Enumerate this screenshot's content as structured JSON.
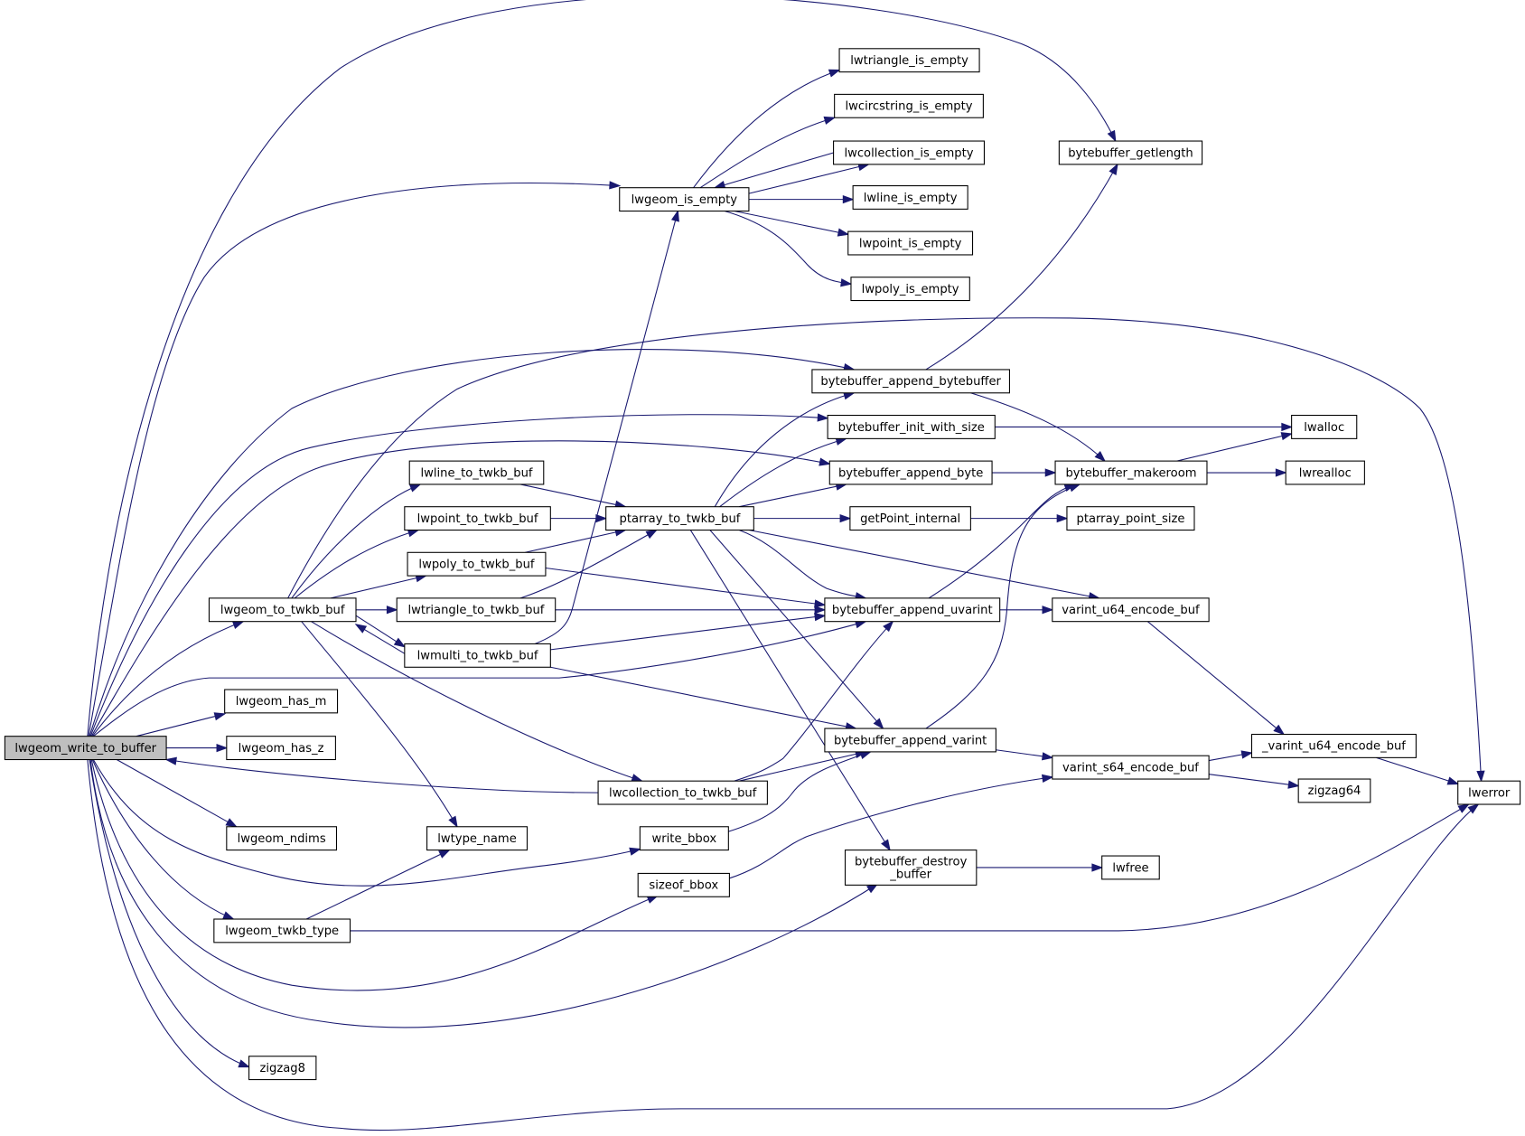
{
  "diagram": {
    "type": "call-graph",
    "root": "lwgeom_write_to_buffer",
    "colors": {
      "edge": "#191970",
      "root_fill": "#bfbfbf",
      "node_fill": "#ffffff",
      "node_border": "#000000"
    },
    "nodes": [
      {
        "id": "lwgeom_write_to_buffer",
        "label": "lwgeom_write_to_buffer",
        "root": true
      },
      {
        "id": "bytebuffer_getlength",
        "label": "bytebuffer_getlength"
      },
      {
        "id": "lwgeom_is_empty",
        "label": "lwgeom_is_empty"
      },
      {
        "id": "lwtriangle_is_empty",
        "label": "lwtriangle_is_empty"
      },
      {
        "id": "lwcircstring_is_empty",
        "label": "lwcircstring_is_empty"
      },
      {
        "id": "lwcollection_is_empty",
        "label": "lwcollection_is_empty"
      },
      {
        "id": "lwline_is_empty",
        "label": "lwline_is_empty"
      },
      {
        "id": "lwpoint_is_empty",
        "label": "lwpoint_is_empty"
      },
      {
        "id": "lwpoly_is_empty",
        "label": "lwpoly_is_empty"
      },
      {
        "id": "bytebuffer_append_bytebuffer",
        "label": "bytebuffer_append_bytebuffer"
      },
      {
        "id": "bytebuffer_init_with_size",
        "label": "bytebuffer_init_with_size"
      },
      {
        "id": "bytebuffer_append_byte",
        "label": "bytebuffer_append_byte"
      },
      {
        "id": "bytebuffer_makeroom",
        "label": "bytebuffer_makeroom"
      },
      {
        "id": "lwalloc",
        "label": "lwalloc"
      },
      {
        "id": "lwrealloc",
        "label": "lwrealloc"
      },
      {
        "id": "lwline_to_twkb_buf",
        "label": "lwline_to_twkb_buf"
      },
      {
        "id": "lwpoint_to_twkb_buf",
        "label": "lwpoint_to_twkb_buf"
      },
      {
        "id": "ptarray_to_twkb_buf",
        "label": "ptarray_to_twkb_buf"
      },
      {
        "id": "getPoint_internal",
        "label": "getPoint_internal"
      },
      {
        "id": "ptarray_point_size",
        "label": "ptarray_point_size"
      },
      {
        "id": "lwpoly_to_twkb_buf",
        "label": "lwpoly_to_twkb_buf"
      },
      {
        "id": "lwgeom_to_twkb_buf",
        "label": "lwgeom_to_twkb_buf"
      },
      {
        "id": "lwtriangle_to_twkb_buf",
        "label": "lwtriangle_to_twkb_buf"
      },
      {
        "id": "bytebuffer_append_uvarint",
        "label": "bytebuffer_append_uvarint"
      },
      {
        "id": "varint_u64_encode_buf",
        "label": "varint_u64_encode_buf"
      },
      {
        "id": "lwmulti_to_twkb_buf",
        "label": "lwmulti_to_twkb_buf"
      },
      {
        "id": "lwgeom_has_m",
        "label": "lwgeom_has_m"
      },
      {
        "id": "bytebuffer_append_varint",
        "label": "bytebuffer_append_varint"
      },
      {
        "id": "_varint_u64_encode_buf",
        "label": "_varint_u64_encode_buf"
      },
      {
        "id": "lwgeom_has_z",
        "label": "lwgeom_has_z"
      },
      {
        "id": "varint_s64_encode_buf",
        "label": "varint_s64_encode_buf"
      },
      {
        "id": "lwcollection_to_twkb_buf",
        "label": "lwcollection_to_twkb_buf"
      },
      {
        "id": "zigzag64",
        "label": "zigzag64"
      },
      {
        "id": "lwerror",
        "label": "lwerror"
      },
      {
        "id": "lwgeom_ndims",
        "label": "lwgeom_ndims"
      },
      {
        "id": "lwtype_name",
        "label": "lwtype_name"
      },
      {
        "id": "write_bbox",
        "label": "write_bbox"
      },
      {
        "id": "bytebuffer_destroy_buffer",
        "label": "bytebuffer_destroy\n_buffer",
        "lines": [
          "bytebuffer_destroy",
          "_buffer"
        ]
      },
      {
        "id": "lwfree",
        "label": "lwfree"
      },
      {
        "id": "sizeof_bbox",
        "label": "sizeof_bbox"
      },
      {
        "id": "lwgeom_twkb_type",
        "label": "lwgeom_twkb_type"
      },
      {
        "id": "zigzag8",
        "label": "zigzag8"
      }
    ],
    "edges": [
      {
        "from": "lwgeom_write_to_buffer",
        "to": "bytebuffer_getlength"
      },
      {
        "from": "lwgeom_write_to_buffer",
        "to": "lwgeom_is_empty"
      },
      {
        "from": "lwgeom_write_to_buffer",
        "to": "bytebuffer_append_bytebuffer"
      },
      {
        "from": "lwgeom_write_to_buffer",
        "to": "bytebuffer_init_with_size"
      },
      {
        "from": "lwgeom_write_to_buffer",
        "to": "bytebuffer_append_byte"
      },
      {
        "from": "lwgeom_write_to_buffer",
        "to": "lwgeom_to_twkb_buf"
      },
      {
        "from": "lwgeom_write_to_buffer",
        "to": "bytebuffer_append_uvarint"
      },
      {
        "from": "lwgeom_write_to_buffer",
        "to": "lwgeom_has_m"
      },
      {
        "from": "lwgeom_write_to_buffer",
        "to": "lwgeom_has_z"
      },
      {
        "from": "lwgeom_write_to_buffer",
        "to": "lwgeom_ndims"
      },
      {
        "from": "lwgeom_write_to_buffer",
        "to": "write_bbox"
      },
      {
        "from": "lwgeom_write_to_buffer",
        "to": "lwgeom_twkb_type"
      },
      {
        "from": "lwgeom_write_to_buffer",
        "to": "sizeof_bbox"
      },
      {
        "from": "lwgeom_write_to_buffer",
        "to": "bytebuffer_destroy_buffer"
      },
      {
        "from": "lwgeom_write_to_buffer",
        "to": "zigzag8"
      },
      {
        "from": "lwgeom_write_to_buffer",
        "to": "lwerror"
      },
      {
        "from": "lwgeom_is_empty",
        "to": "lwtriangle_is_empty"
      },
      {
        "from": "lwgeom_is_empty",
        "to": "lwcircstring_is_empty"
      },
      {
        "from": "lwgeom_is_empty",
        "to": "lwcollection_is_empty"
      },
      {
        "from": "lwgeom_is_empty",
        "to": "lwline_is_empty"
      },
      {
        "from": "lwgeom_is_empty",
        "to": "lwpoint_is_empty"
      },
      {
        "from": "lwgeom_is_empty",
        "to": "lwpoly_is_empty"
      },
      {
        "from": "lwcollection_is_empty",
        "to": "lwgeom_is_empty"
      },
      {
        "from": "bytebuffer_append_bytebuffer",
        "to": "bytebuffer_getlength"
      },
      {
        "from": "bytebuffer_append_bytebuffer",
        "to": "bytebuffer_makeroom"
      },
      {
        "from": "bytebuffer_init_with_size",
        "to": "lwalloc"
      },
      {
        "from": "bytebuffer_append_byte",
        "to": "bytebuffer_makeroom"
      },
      {
        "from": "bytebuffer_makeroom",
        "to": "lwalloc"
      },
      {
        "from": "bytebuffer_makeroom",
        "to": "lwrealloc"
      },
      {
        "from": "lwgeom_to_twkb_buf",
        "to": "lwline_to_twkb_buf"
      },
      {
        "from": "lwgeom_to_twkb_buf",
        "to": "lwpoint_to_twkb_buf"
      },
      {
        "from": "lwgeom_to_twkb_buf",
        "to": "lwpoly_to_twkb_buf"
      },
      {
        "from": "lwgeom_to_twkb_buf",
        "to": "lwtriangle_to_twkb_buf"
      },
      {
        "from": "lwgeom_to_twkb_buf",
        "to": "lwmulti_to_twkb_buf"
      },
      {
        "from": "lwgeom_to_twkb_buf",
        "to": "lwcollection_to_twkb_buf"
      },
      {
        "from": "lwgeom_to_twkb_buf",
        "to": "lwtype_name"
      },
      {
        "from": "lwgeom_to_twkb_buf",
        "to": "lwerror"
      },
      {
        "from": "lwline_to_twkb_buf",
        "to": "ptarray_to_twkb_buf"
      },
      {
        "from": "lwpoint_to_twkb_buf",
        "to": "ptarray_to_twkb_buf"
      },
      {
        "from": "lwpoly_to_twkb_buf",
        "to": "ptarray_to_twkb_buf"
      },
      {
        "from": "lwpoly_to_twkb_buf",
        "to": "bytebuffer_append_uvarint"
      },
      {
        "from": "lwtriangle_to_twkb_buf",
        "to": "ptarray_to_twkb_buf"
      },
      {
        "from": "lwtriangle_to_twkb_buf",
        "to": "bytebuffer_append_uvarint"
      },
      {
        "from": "lwmulti_to_twkb_buf",
        "to": "lwgeom_is_empty"
      },
      {
        "from": "lwmulti_to_twkb_buf",
        "to": "lwgeom_to_twkb_buf"
      },
      {
        "from": "lwmulti_to_twkb_buf",
        "to": "bytebuffer_append_uvarint"
      },
      {
        "from": "lwmulti_to_twkb_buf",
        "to": "bytebuffer_append_varint"
      },
      {
        "from": "lwcollection_to_twkb_buf",
        "to": "lwgeom_write_to_buffer"
      },
      {
        "from": "lwcollection_to_twkb_buf",
        "to": "bytebuffer_append_uvarint"
      },
      {
        "from": "lwcollection_to_twkb_buf",
        "to": "bytebuffer_append_varint"
      },
      {
        "from": "ptarray_to_twkb_buf",
        "to": "bytebuffer_append_bytebuffer"
      },
      {
        "from": "ptarray_to_twkb_buf",
        "to": "bytebuffer_init_with_size"
      },
      {
        "from": "ptarray_to_twkb_buf",
        "to": "bytebuffer_append_byte"
      },
      {
        "from": "ptarray_to_twkb_buf",
        "to": "getPoint_internal"
      },
      {
        "from": "ptarray_to_twkb_buf",
        "to": "bytebuffer_append_uvarint"
      },
      {
        "from": "ptarray_to_twkb_buf",
        "to": "varint_u64_encode_buf"
      },
      {
        "from": "ptarray_to_twkb_buf",
        "to": "bytebuffer_append_varint"
      },
      {
        "from": "ptarray_to_twkb_buf",
        "to": "bytebuffer_destroy_buffer"
      },
      {
        "from": "getPoint_internal",
        "to": "ptarray_point_size"
      },
      {
        "from": "bytebuffer_append_uvarint",
        "to": "bytebuffer_makeroom"
      },
      {
        "from": "bytebuffer_append_uvarint",
        "to": "varint_u64_encode_buf"
      },
      {
        "from": "varint_u64_encode_buf",
        "to": "_varint_u64_encode_buf"
      },
      {
        "from": "bytebuffer_append_varint",
        "to": "bytebuffer_makeroom"
      },
      {
        "from": "bytebuffer_append_varint",
        "to": "varint_s64_encode_buf"
      },
      {
        "from": "varint_s64_encode_buf",
        "to": "_varint_u64_encode_buf"
      },
      {
        "from": "varint_s64_encode_buf",
        "to": "zigzag64"
      },
      {
        "from": "_varint_u64_encode_buf",
        "to": "lwerror"
      },
      {
        "from": "write_bbox",
        "to": "bytebuffer_append_varint"
      },
      {
        "from": "sizeof_bbox",
        "to": "varint_s64_encode_buf"
      },
      {
        "from": "bytebuffer_destroy_buffer",
        "to": "lwfree"
      },
      {
        "from": "lwgeom_twkb_type",
        "to": "lwtype_name"
      },
      {
        "from": "lwgeom_twkb_type",
        "to": "lwerror"
      }
    ]
  }
}
